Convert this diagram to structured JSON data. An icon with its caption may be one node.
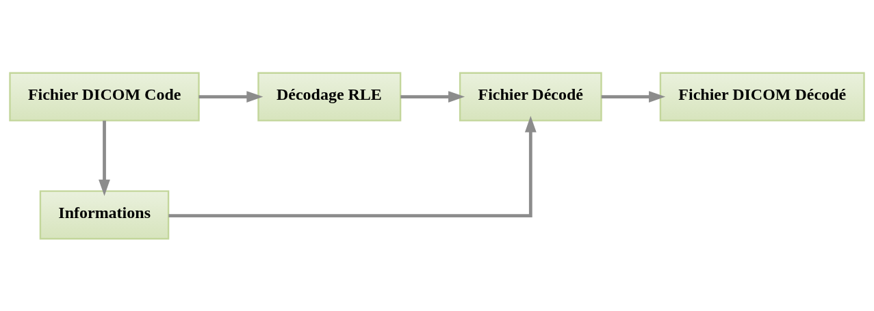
{
  "diagram": {
    "nodes": [
      {
        "text": [
          "Fichier DICOM Code"
        ]
      },
      {
        "text": [
          "Décodage RLE"
        ]
      },
      {
        "text": [
          "Fichier Décodé"
        ]
      },
      {
        "text": [
          "Fichier DICOM Décodé"
        ]
      },
      {
        "text": [
          "Informations"
        ]
      }
    ],
    "edges": [
      {
        "from": 0,
        "to": 1,
        "arrow": "to"
      },
      {
        "from": 1,
        "to": 2,
        "arrow": "to"
      },
      {
        "from": 2,
        "to": 3,
        "arrow": "to"
      },
      {
        "from": 0,
        "to": 4,
        "arrow": "to"
      },
      {
        "from": 4,
        "to": 2,
        "arrow": "to"
      }
    ]
  }
}
